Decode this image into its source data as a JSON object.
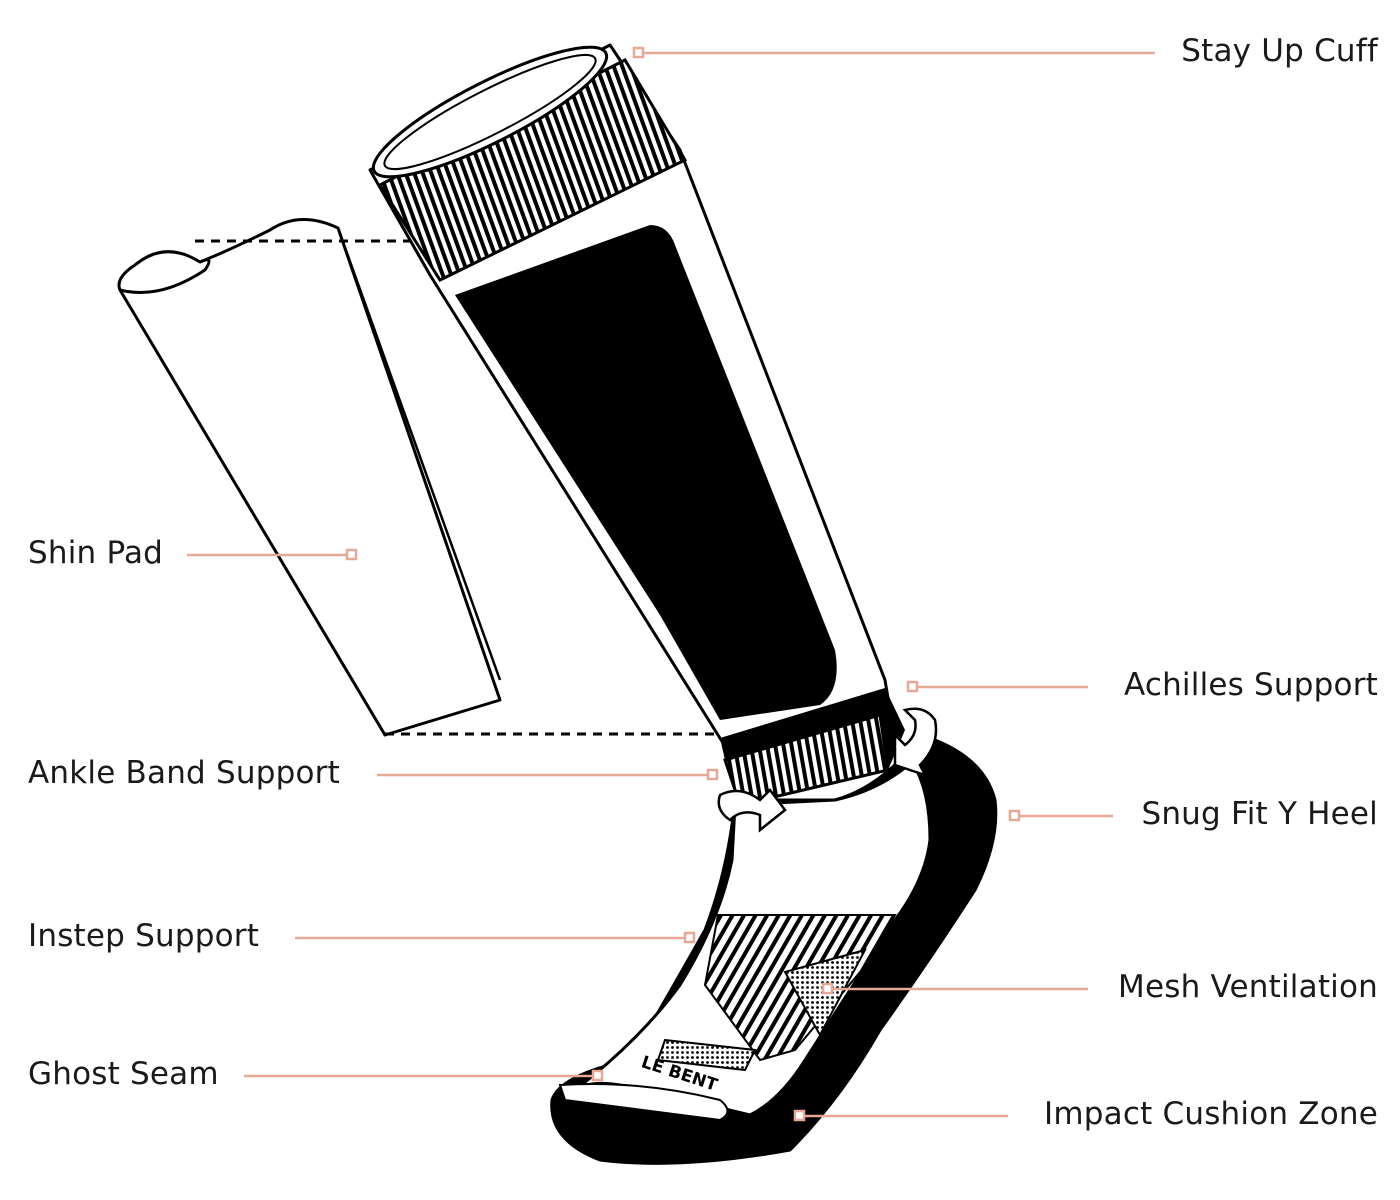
{
  "theme": {
    "leader_color": "#e8a896",
    "ink": "#000000",
    "paper": "#ffffff"
  },
  "brand": {
    "logo_text": "LE BENT"
  },
  "callouts": {
    "stay_up_cuff": "Stay Up Cuff",
    "shin_pad": "Shin Pad",
    "achilles_support": "Achilles Support",
    "ankle_band_support": "Ankle Band Support",
    "snug_fit_y_heel": "Snug Fit Y Heel",
    "instep_support": "Instep Support",
    "mesh_ventilation": "Mesh Ventilation",
    "ghost_seam": "Ghost Seam",
    "impact_cushion_zone": "Impact Cushion Zone"
  }
}
